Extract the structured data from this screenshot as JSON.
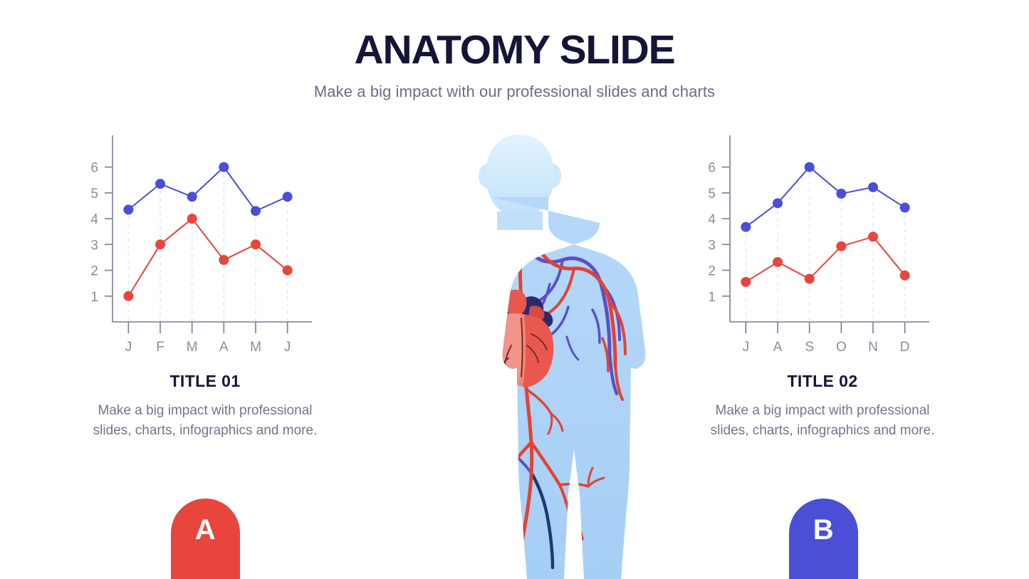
{
  "header": {
    "title": "ANATOMY SLIDE",
    "subtitle": "Make a big impact with our professional slides and charts"
  },
  "colors": {
    "title_navy": "#151538",
    "body_text": "#74748c",
    "series_blue": "#4A4FD6",
    "series_red": "#E8453C",
    "axis": "#8a8aa3",
    "guide_line": "#d8ecf8",
    "body_fill": "#AED4F7",
    "head_fill": "#CFE9FB",
    "artery_red": "#E34234",
    "vein_blue": "#5B4FC7",
    "heart_dark": "#2A2A6E",
    "heart_red": "#E8584F",
    "heart_light": "#F2857A"
  },
  "left": {
    "title": "TITLE 01",
    "description": "Make a big impact with professional slides, charts, infographics and more.",
    "badge": "A"
  },
  "right": {
    "title": "TITLE 02",
    "description": "Make a big impact with professional slides, charts, infographics and more.",
    "badge": "B"
  },
  "chart_data": [
    {
      "type": "line",
      "id": "chart-left",
      "title": "TITLE 01",
      "xlabel": "",
      "ylabel": "",
      "categories": [
        "J",
        "F",
        "M",
        "A",
        "M",
        "J"
      ],
      "yticks": [
        1,
        2,
        3,
        4,
        5,
        6
      ],
      "ylim": [
        0,
        6.9
      ],
      "grid": false,
      "guides": "vertical dashed from blue markers to axis",
      "legend": "none",
      "series": [
        {
          "name": "blue",
          "color": "#4A4FD6",
          "values": [
            4.35,
            5.35,
            4.85,
            6.0,
            4.3,
            4.85
          ]
        },
        {
          "name": "red",
          "color": "#E8453C",
          "values": [
            1.0,
            3.0,
            4.0,
            2.4,
            3.0,
            2.0
          ]
        }
      ]
    },
    {
      "type": "line",
      "id": "chart-right",
      "title": "TITLE 02",
      "xlabel": "",
      "ylabel": "",
      "categories": [
        "J",
        "A",
        "S",
        "O",
        "N",
        "D"
      ],
      "yticks": [
        1,
        2,
        3,
        4,
        5,
        6
      ],
      "ylim": [
        0,
        6.9
      ],
      "grid": false,
      "guides": "vertical dashed from blue markers to axis",
      "legend": "none",
      "series": [
        {
          "name": "blue",
          "color": "#4A4FD6",
          "values": [
            3.68,
            4.6,
            6.0,
            4.97,
            5.22,
            4.43
          ]
        },
        {
          "name": "red",
          "color": "#E8453C",
          "values": [
            1.55,
            2.32,
            1.67,
            2.93,
            3.3,
            1.8
          ]
        }
      ]
    }
  ],
  "figure": {
    "name": "human circulatory system illustration"
  }
}
